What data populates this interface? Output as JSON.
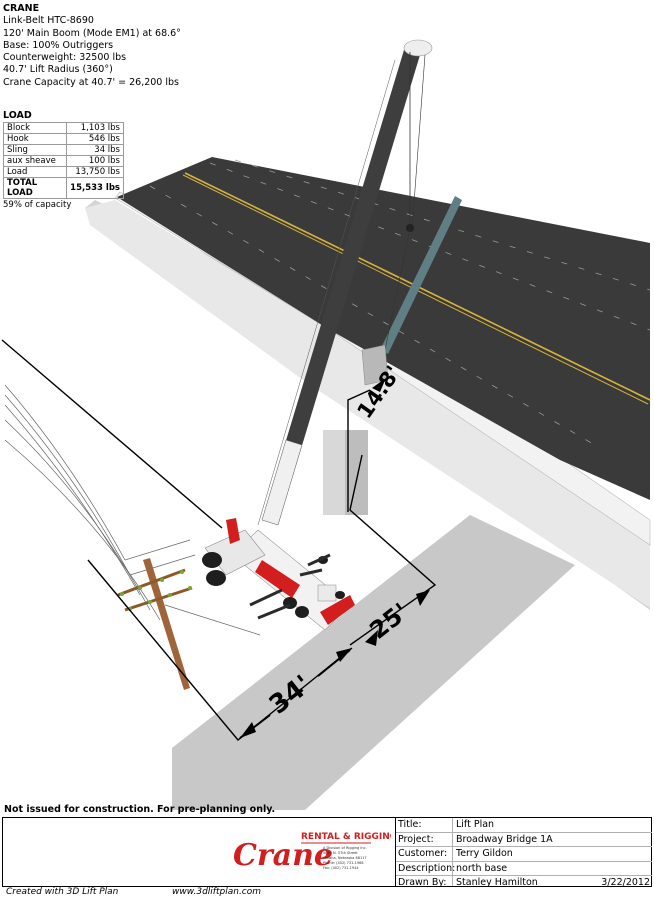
{
  "crane": {
    "heading": "CRANE",
    "lines": [
      "Link-Belt HTC-8690",
      "120' Main Boom (Mode EM1) at 68.6°",
      "Base: 100% Outriggers",
      "Counterweight: 32500 lbs",
      "40.7' Lift Radius (360°)",
      "Crane Capacity at 40.7' = 26,200 lbs"
    ]
  },
  "load": {
    "heading": "LOAD",
    "rows": [
      {
        "name": "Block",
        "value": "1,103 lbs"
      },
      {
        "name": "Hook",
        "value": "546 lbs"
      },
      {
        "name": "Sling",
        "value": "34 lbs"
      },
      {
        "name": "aux sheave",
        "value": "100 lbs"
      },
      {
        "name": "Load",
        "value": "13,750 lbs"
      }
    ],
    "total": {
      "name": "TOTAL LOAD",
      "value": "15,533 lbs"
    },
    "capacity": "59% of capacity"
  },
  "dimensions": {
    "d1": "14.8'",
    "d2": "25'",
    "d3": "34'"
  },
  "note": "Not issued for construction. For pre-planning only.",
  "title_block": {
    "logo": {
      "word": "Crane",
      "tagline": "RENTAL & RIGGING",
      "fine_print": [
        "A Division of Rigging Inc.",
        "5840 N. 57th Street",
        "Omaha, Nebraska 68117",
        "Phone: (402) 731-1966",
        "Fax: (402) 731-1944"
      ]
    },
    "rows": [
      {
        "label": "Title:",
        "value": "Lift Plan"
      },
      {
        "label": "Project:",
        "value": "Broadway Bridge 1A"
      },
      {
        "label": "Customer:",
        "value": "Terry Gildon"
      },
      {
        "label": "Description:",
        "value": "north base"
      },
      {
        "label": "Drawn By:",
        "value": "Stanley Hamilton",
        "date": "3/22/2012"
      }
    ]
  },
  "footer": {
    "created": "Created with 3D Lift Plan",
    "url": "www.3dliftplan.com"
  },
  "colors": {
    "road": "#3a3a3a",
    "road_line": "#d6b33a",
    "bridge": "#e6e6e6",
    "boom": "#3e3e3e",
    "jib": "#5f7f85",
    "ground": "#c8c8c8",
    "pole": "#a0643a",
    "accent_red": "#d21e1e"
  }
}
